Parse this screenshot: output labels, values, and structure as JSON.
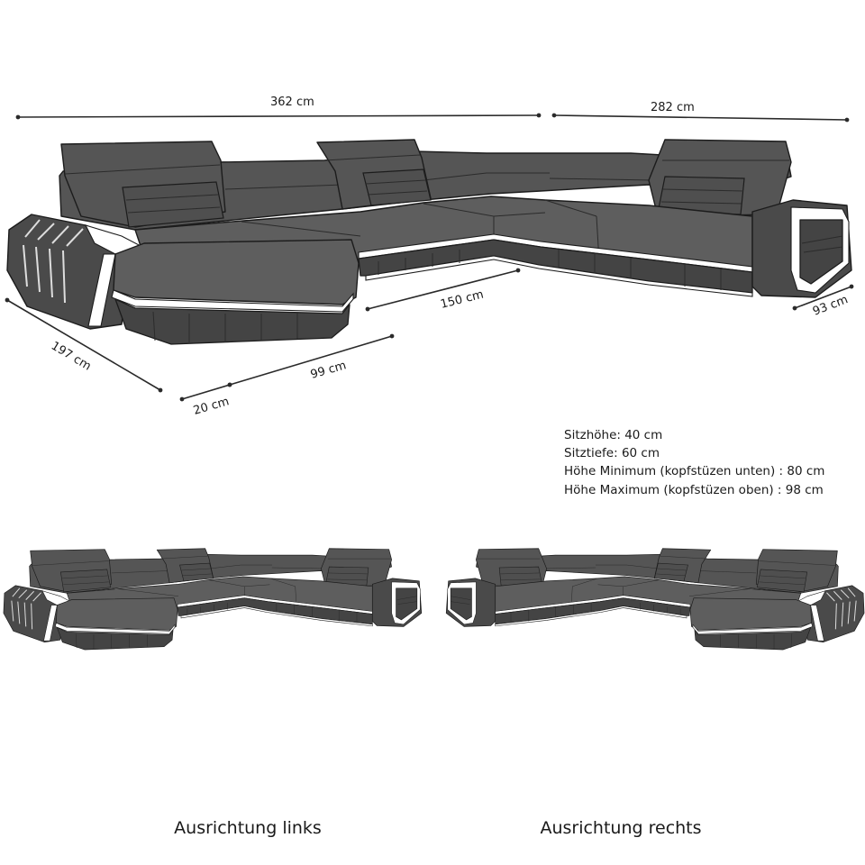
{
  "dimensions": {
    "width_left": "362 cm",
    "width_right": "282 cm",
    "depth_left": "197 cm",
    "inner_depth": "150 cm",
    "right_depth": "93 cm",
    "chaise_front_1": "20 cm",
    "chaise_front_2": "99 cm"
  },
  "specs": [
    "Sitzhöhe: 40 cm",
    "Sitztiefe: 60 cm",
    "Höhe Minimum (kopfstüzen unten) : 80 cm",
    "Höhe Maximum (kopfstüzen oben) : 98 cm"
  ],
  "captions": {
    "left": "Ausrichtung links",
    "right": "Ausrichtung rechts"
  },
  "colors": {
    "upholstery": "#555555",
    "outline": "#1c1c1c",
    "led_strip": "#ffffff",
    "background": "#ffffff"
  }
}
